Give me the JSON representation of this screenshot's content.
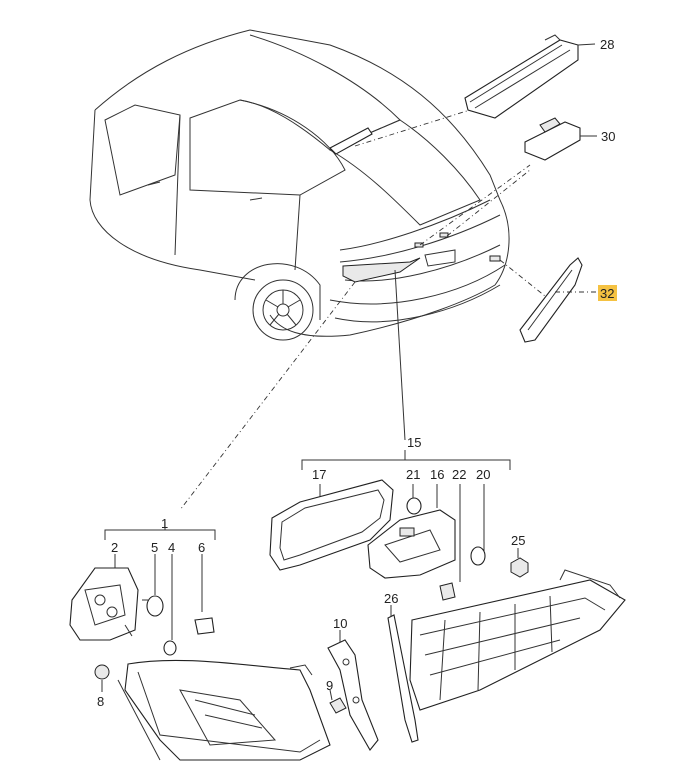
{
  "callouts": {
    "p1": "1",
    "p2": "2",
    "p5": "5",
    "p4": "4",
    "p6": "6",
    "p8": "8",
    "p9": "9",
    "p10": "10",
    "p15": "15",
    "p17": "17",
    "p21": "21",
    "p16": "16",
    "p22": "22",
    "p20": "20",
    "p25": "25",
    "p26": "26",
    "p28": "28",
    "p30": "30",
    "p32": "32"
  },
  "colors": {
    "highlight": "#f5c242",
    "line": "#333333"
  },
  "icons": {
    "bulb": "bulb-icon",
    "screw": "screw-icon"
  }
}
